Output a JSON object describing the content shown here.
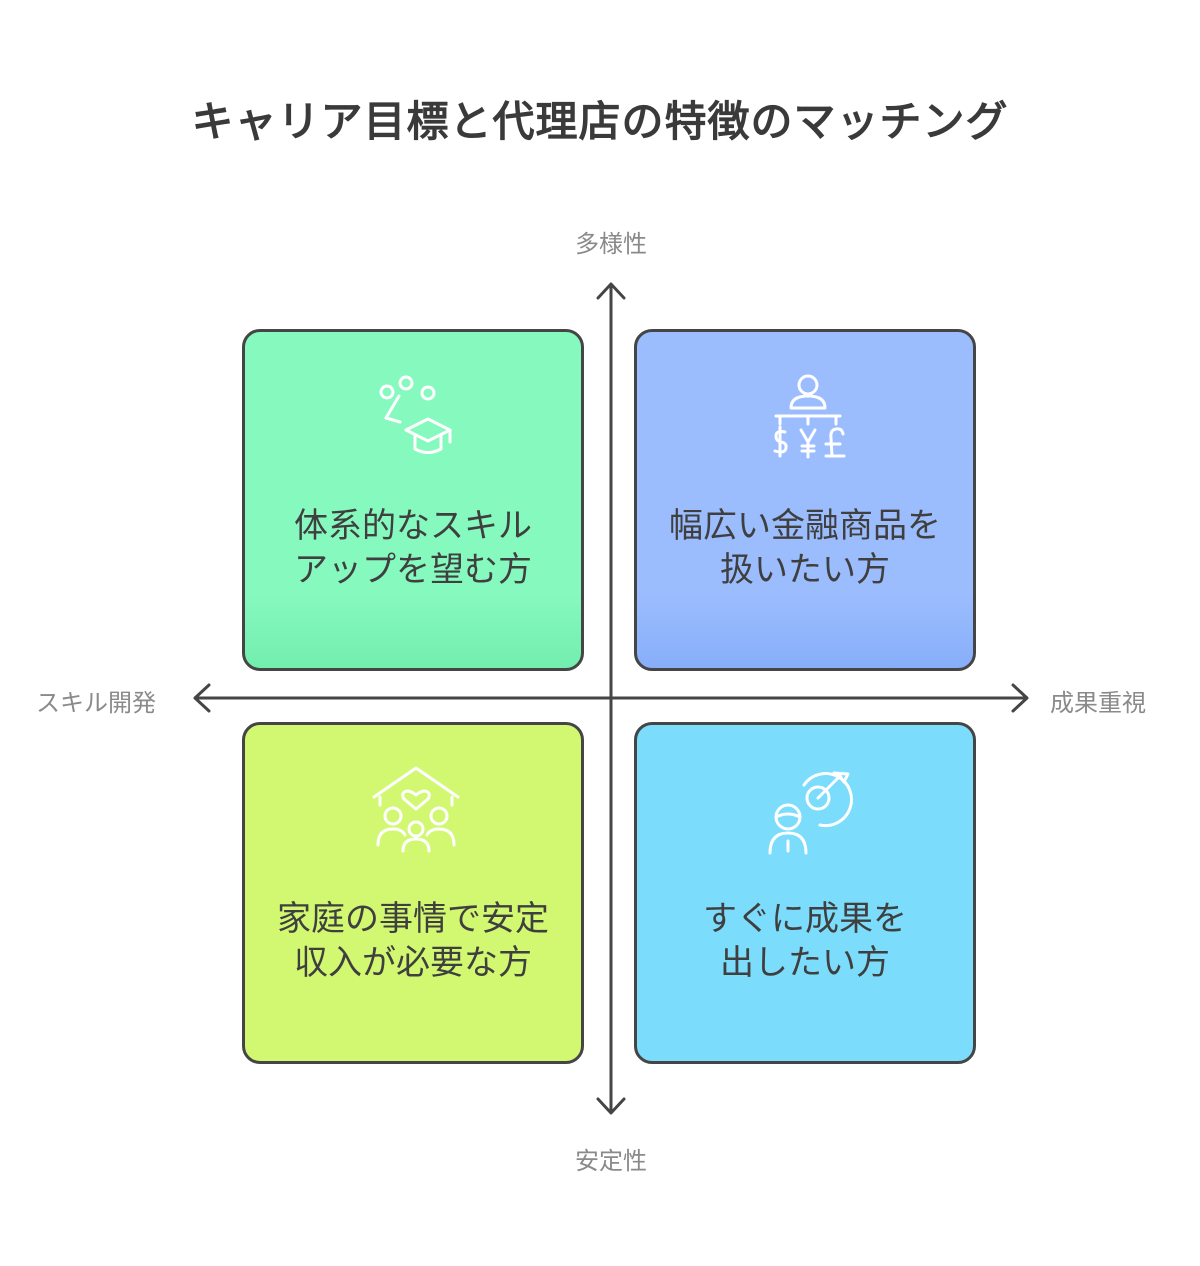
{
  "title": "キャリア目標と代理店の特徴のマッチング",
  "axes": {
    "top": "多様性",
    "bottom": "安定性",
    "left": "スキル開発",
    "right": "成果重視"
  },
  "quadrants": {
    "top_left": {
      "lines": [
        "体系的なスキル",
        "アップを望む方"
      ],
      "icon": "graduation-cap-icon",
      "color": "#86f9bf"
    },
    "top_right": {
      "lines": [
        "幅広い金融商品を",
        "扱いたい方"
      ],
      "icon": "currency-person-icon",
      "color": "#9bbdfe"
    },
    "bottom_left": {
      "lines": [
        "家庭の事情で安定",
        "収入が必要な方"
      ],
      "icon": "family-home-icon",
      "color": "#d2f872"
    },
    "bottom_right": {
      "lines": [
        "すぐに成果を",
        "出したい方"
      ],
      "icon": "target-person-icon",
      "color": "#7bdcfc"
    }
  }
}
